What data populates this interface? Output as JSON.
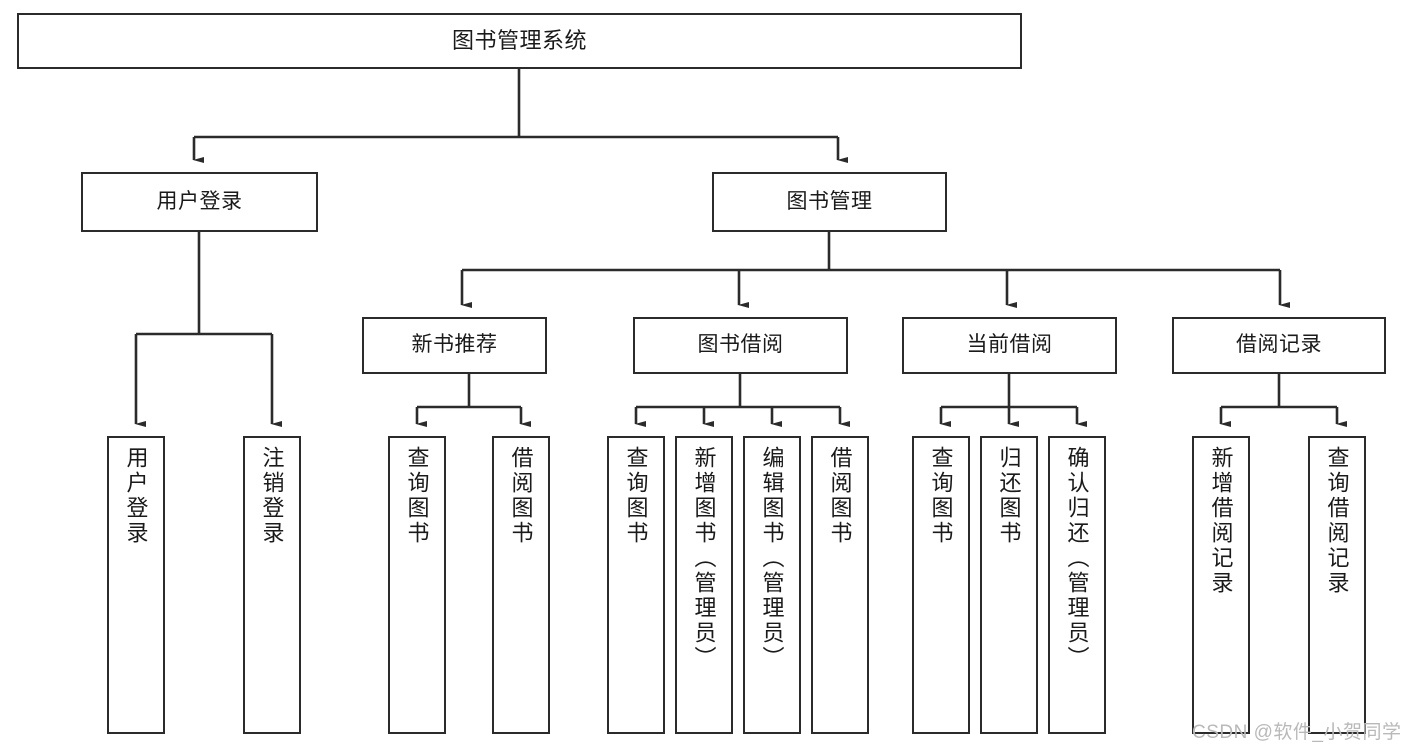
{
  "diagram": {
    "title": "图书管理系统",
    "type": "tree",
    "orientation": "top-down",
    "colors": {
      "box_border": "#2b2b2b",
      "box_fill": "#ffffff",
      "edge": "#2b2b2b",
      "text": "#1a1a1a",
      "watermark": "#b9b9b9",
      "background": "#ffffff"
    }
  },
  "nodes": {
    "root": {
      "label": "图书管理系统",
      "level": 0
    },
    "level1": [
      {
        "id": "user-login",
        "label": "用户登录"
      },
      {
        "id": "book-manage",
        "label": "图书管理"
      }
    ],
    "level2": [
      {
        "id": "new-book-recommend",
        "label": "新书推荐",
        "parent": "book-manage"
      },
      {
        "id": "book-borrow",
        "label": "图书借阅",
        "parent": "book-manage"
      },
      {
        "id": "current-borrow",
        "label": "当前借阅",
        "parent": "book-manage"
      },
      {
        "id": "borrow-record",
        "label": "借阅记录",
        "parent": "book-manage"
      }
    ],
    "leaves": [
      {
        "id": "leaf-user-login",
        "label": "用户登录",
        "parent": "user-login"
      },
      {
        "id": "leaf-user-logout",
        "label": "注销登录",
        "parent": "user-login"
      },
      {
        "id": "leaf-query-book-1",
        "label": "查询图书",
        "parent": "new-book-recommend"
      },
      {
        "id": "leaf-borrow-book-1",
        "label": "借阅图书",
        "parent": "new-book-recommend"
      },
      {
        "id": "leaf-query-book-2",
        "label": "查询图书",
        "parent": "book-borrow"
      },
      {
        "id": "leaf-add-book",
        "label": "新增图书（管理员）",
        "parent": "book-borrow"
      },
      {
        "id": "leaf-edit-book",
        "label": "编辑图书（管理员）",
        "parent": "book-borrow"
      },
      {
        "id": "leaf-borrow-book-2",
        "label": "借阅图书",
        "parent": "book-borrow"
      },
      {
        "id": "leaf-query-book-3",
        "label": "查询图书",
        "parent": "current-borrow"
      },
      {
        "id": "leaf-return-book",
        "label": "归还图书",
        "parent": "current-borrow"
      },
      {
        "id": "leaf-confirm-return",
        "label": "确认归还（管理员）",
        "parent": "current-borrow"
      },
      {
        "id": "leaf-add-record",
        "label": "新增借阅记录",
        "parent": "borrow-record"
      },
      {
        "id": "leaf-query-record",
        "label": "查询借阅记录",
        "parent": "borrow-record"
      }
    ]
  },
  "watermark": {
    "text": "CSDN @软件_小贺同学"
  }
}
